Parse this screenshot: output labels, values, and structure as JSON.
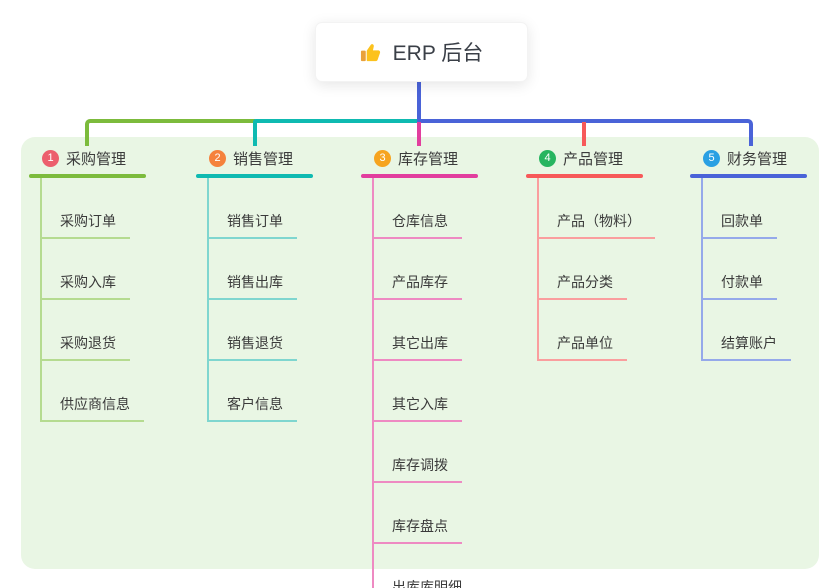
{
  "root": {
    "label": "ERP 后台",
    "icon": "thumbs-up-icon"
  },
  "theme": {
    "root_line_color": "#4a63d8",
    "panel_bg": "#e9f6e4",
    "icon_hand": "#fcc21d",
    "icon_cuff": "#e9a13b",
    "text_color": "#3a3a3a"
  },
  "branches": [
    {
      "number": "1",
      "label": "采购管理",
      "badge_color": "#ec5f6d",
      "line_color": "#7cbb3c",
      "child_line_color": "#b5db90",
      "children": [
        "采购订单",
        "采购入库",
        "采购退货",
        "供应商信息"
      ]
    },
    {
      "number": "2",
      "label": "销售管理",
      "badge_color": "#f5823c",
      "line_color": "#0fbab1",
      "child_line_color": "#7fd6cf",
      "children": [
        "销售订单",
        "销售出库",
        "销售退货",
        "客户信息"
      ]
    },
    {
      "number": "3",
      "label": "库存管理",
      "badge_color": "#f6a41f",
      "line_color": "#e23e9e",
      "child_line_color": "#ee8ac2",
      "children": [
        "仓库信息",
        "产品库存",
        "其它出库",
        "其它入库",
        "库存调拨",
        "库存盘点",
        "出库库明细"
      ]
    },
    {
      "number": "4",
      "label": "产品管理",
      "badge_color": "#27b560",
      "line_color": "#f75959",
      "child_line_color": "#fa9e9e",
      "children": [
        "产品（物料）",
        "产品分类",
        "产品单位"
      ]
    },
    {
      "number": "5",
      "label": "财务管理",
      "badge_color": "#2aa0e3",
      "line_color": "#4a63d8",
      "child_line_color": "#95a9ea",
      "children": [
        "回款单",
        "付款单",
        "结算账户"
      ]
    }
  ]
}
